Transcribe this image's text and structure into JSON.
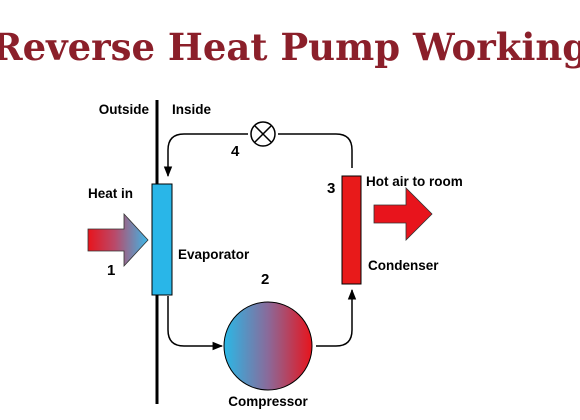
{
  "title": "Reverse Heat Pump Working",
  "labels": {
    "outside": "Outside",
    "inside": "Inside",
    "heat_in": "Heat in",
    "evaporator": "Evaporator",
    "compressor": "Compressor",
    "condenser": "Condenser",
    "hot_air": "Hot air to room"
  },
  "steps": {
    "s1": "1",
    "s2": "2",
    "s3": "3",
    "s4": "4"
  },
  "colors": {
    "title": "#8b1f2a",
    "evaporator": "#29b6e8",
    "condenser": "#e81a1a",
    "wall": "#000000",
    "pipe": "#000000",
    "arrow_hot": "#e8141c",
    "arrow_cold": "#3cb8e8"
  }
}
